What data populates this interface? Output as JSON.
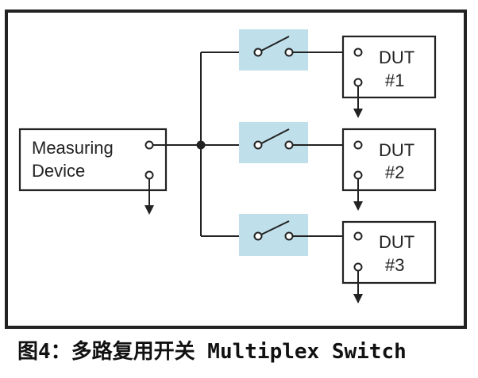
{
  "diagram": {
    "measuring_device": {
      "line1": "Measuring",
      "line2": "Device"
    },
    "duts": [
      {
        "line1": "DUT",
        "line2": "#1"
      },
      {
        "line1": "DUT",
        "line2": "#2"
      },
      {
        "line1": "DUT",
        "line2": "#3"
      }
    ],
    "switch_color": "#bfe0ea"
  },
  "caption": "图4：多路复用开关 Multiplex Switch"
}
